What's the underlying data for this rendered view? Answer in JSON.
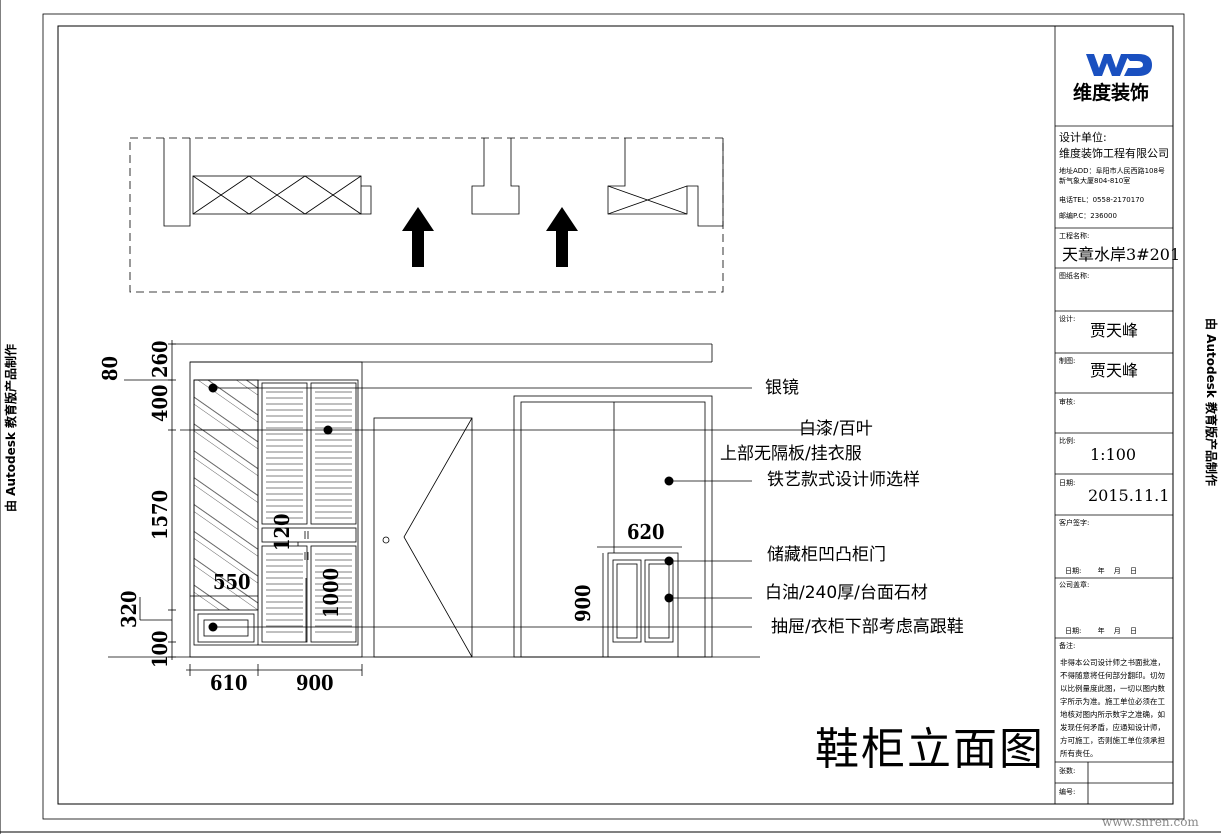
{
  "side_watermark": "由 Autodesk 教育版产品制作",
  "footer_watermark": "www.snren.com",
  "drawing_title": "鞋柜立面图",
  "annotations": {
    "silver_mirror": "银镜",
    "white_lacquer_louver": "白漆/百叶",
    "no_partition_hanging": "上部无隔板/挂衣服",
    "iron_art": "铁艺款式设计师选样",
    "storage_door": "储藏柜凹凸柜门",
    "white_oil_stone": "白油/240厚/台面石材",
    "drawer_heels": "抽屉/衣柜下部考虑高跟鞋"
  },
  "dimensions": {
    "d260": "260",
    "d80": "80",
    "d400": "400",
    "d1570": "1570",
    "d120": "120",
    "d550": "550",
    "d1000": "1000",
    "d320": "320",
    "d100": "100",
    "d610": "610",
    "d900_bottom": "900",
    "d620": "620",
    "d900_side": "900"
  },
  "title_block": {
    "logo_mark": "WD",
    "logo_name": "维度装饰",
    "design_unit_label": "设计单位:",
    "company": "维度装饰工程有限公司",
    "address": "地址ADD：阜阳市人民西路108号",
    "address2": "新气象大厦804-810室",
    "tel": "电话TEL：0558-2170170",
    "postcode": "邮编P.C：236000",
    "project_label": "工程名称:",
    "project_name": "天章水岸3#201",
    "drawing_name_label": "图纸名称:",
    "designer_label": "设计:",
    "designer": "贾天峰",
    "drafter_label": "制图:",
    "drafter": "贾天峰",
    "reviewer_label": "审核:",
    "scale_label": "比例:",
    "scale": "1:100",
    "date_label": "日期:",
    "date": "2015.11.1",
    "client_sign_label": "客户签字:",
    "date_line": "日期:　　 年　 月　 日",
    "company_seal_label": "公司盖章:",
    "date_line2": "日期:　　 年　 月　 日",
    "remarks_label": "备注:",
    "remarks": "非得本公司设计师之书面批准，不得随意将任何部分翻印。切勿以比例量度此图，一切以图内数字所示为准。施工单位必须在工地核对图内所示数字之准确，如发现任何矛盾，应通知设计师，方可施工，否则施工单位须承担所有责任。",
    "sheet_count_label": "张数:",
    "sheet_no_label": "编号:"
  }
}
